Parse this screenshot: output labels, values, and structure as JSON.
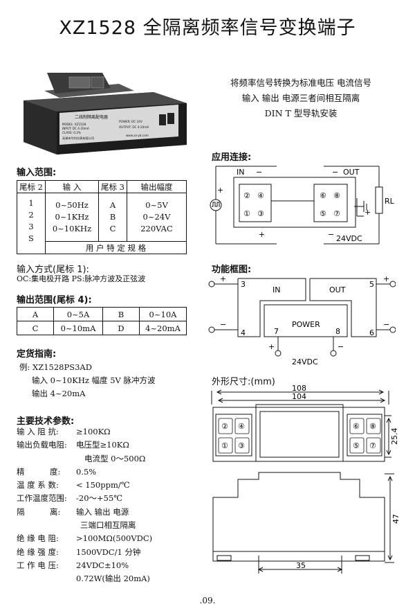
{
  "title": "XZ1528 全隔离频率信号变换端子",
  "description": [
    "将频率信号转换为标准电压 电流信号",
    "输入 输出 电源三者间相互隔离",
    "DIN T 型导轨安装"
  ],
  "product_label": {
    "name": "二线制隔离配电器",
    "lines": [
      "MODEL: XZ1528",
      "INPUT: DC 4-20mA",
      "CLASS: 0.2%",
      "无锡市华约仪表有限公司"
    ],
    "right_lines": [
      "POWER: DC 24V",
      "OUTPUT: DC 4-20mA",
      "www.xz-yb.com"
    ]
  },
  "input_range": {
    "heading": "输入范围:",
    "headers": [
      "尾标 2",
      "输 入",
      "尾标 3",
      "输出幅度"
    ],
    "codes2": [
      "1",
      "2",
      "3",
      "S"
    ],
    "inputs": [
      "0~50Hz",
      "0~1KHz",
      "0~10KHz"
    ],
    "codes3": [
      "A",
      "B",
      "C"
    ],
    "amplitudes": [
      "0~5V",
      "0~24V",
      "220VAC"
    ],
    "special": "用 户 特 定 规 格"
  },
  "input_mode": {
    "heading": "输入方式(尾标 1):",
    "text": "OC:集电极开路 PS:脉冲方波及正弦波"
  },
  "output_range": {
    "heading": "输出范围(尾标 4):",
    "rows": [
      [
        "A",
        "0~5A",
        "B",
        "0~10A"
      ],
      [
        "C",
        "0~10mA",
        "D",
        "4~20mA"
      ]
    ]
  },
  "order_guide": {
    "heading": "定货指南:",
    "lines": [
      "例: XZ1528PS3AD",
      "输入 0~10KHz 幅度 5V 脉冲方波",
      "输出 4~20mA"
    ]
  },
  "specs": {
    "heading": "主要技术参数:",
    "items": [
      {
        "label": "输 入 阻 抗:",
        "value": "≥100KΩ"
      },
      {
        "label": "输出负载电阻:",
        "value": "电压型≥10KΩ"
      },
      {
        "label": "",
        "value": "电流型 0～500Ω"
      },
      {
        "label": "精          度:",
        "value": "0.5%"
      },
      {
        "label": "温 度 系 数:",
        "value": "< 150ppm/℃"
      },
      {
        "label": "工作温度范围:",
        "value": "-20～+55℃"
      },
      {
        "label": "隔          离:",
        "value": "输入 输出 电源"
      },
      {
        "label": "",
        "value": "三端口相互隔离"
      },
      {
        "label": "绝 缘 电 阻:",
        "value": ">100MΩ(500VDC)"
      },
      {
        "label": "绝 缘 强 度:",
        "value": "1500VDC/1 分钟"
      },
      {
        "label": "工 作 电 压:",
        "value": "24VDC±10%"
      },
      {
        "label": "",
        "value": "0.72W(输出 20mA)"
      }
    ]
  },
  "application": {
    "heading": "应用连接:",
    "in_label": "IN",
    "out_label": "OUT",
    "minus": "−",
    "plus": "+",
    "rl": "RL",
    "power": "24VDC",
    "pins_left": [
      "②",
      "④",
      "①",
      "③"
    ],
    "pins_right": [
      "⑥",
      "⑧",
      "⑤",
      "⑦"
    ]
  },
  "function_diagram": {
    "heading": "功能框图:",
    "in_label": "IN",
    "out_label": "OUT",
    "power_label": "POWER",
    "pins": [
      "3",
      "4",
      "5",
      "6",
      "7",
      "8"
    ],
    "plus": "+",
    "minus": "−",
    "power": "24VDC"
  },
  "dimensions": {
    "heading": "外形尺寸:(mm)",
    "width_outer": "108",
    "width_inner": "104",
    "height_front": "25.4",
    "height_side": "47",
    "rail": "35",
    "pins_left": [
      "②",
      "④",
      "①",
      "③"
    ],
    "pins_right": [
      "⑥",
      "⑧",
      "⑤",
      "⑦"
    ]
  },
  "page_number": ".09."
}
